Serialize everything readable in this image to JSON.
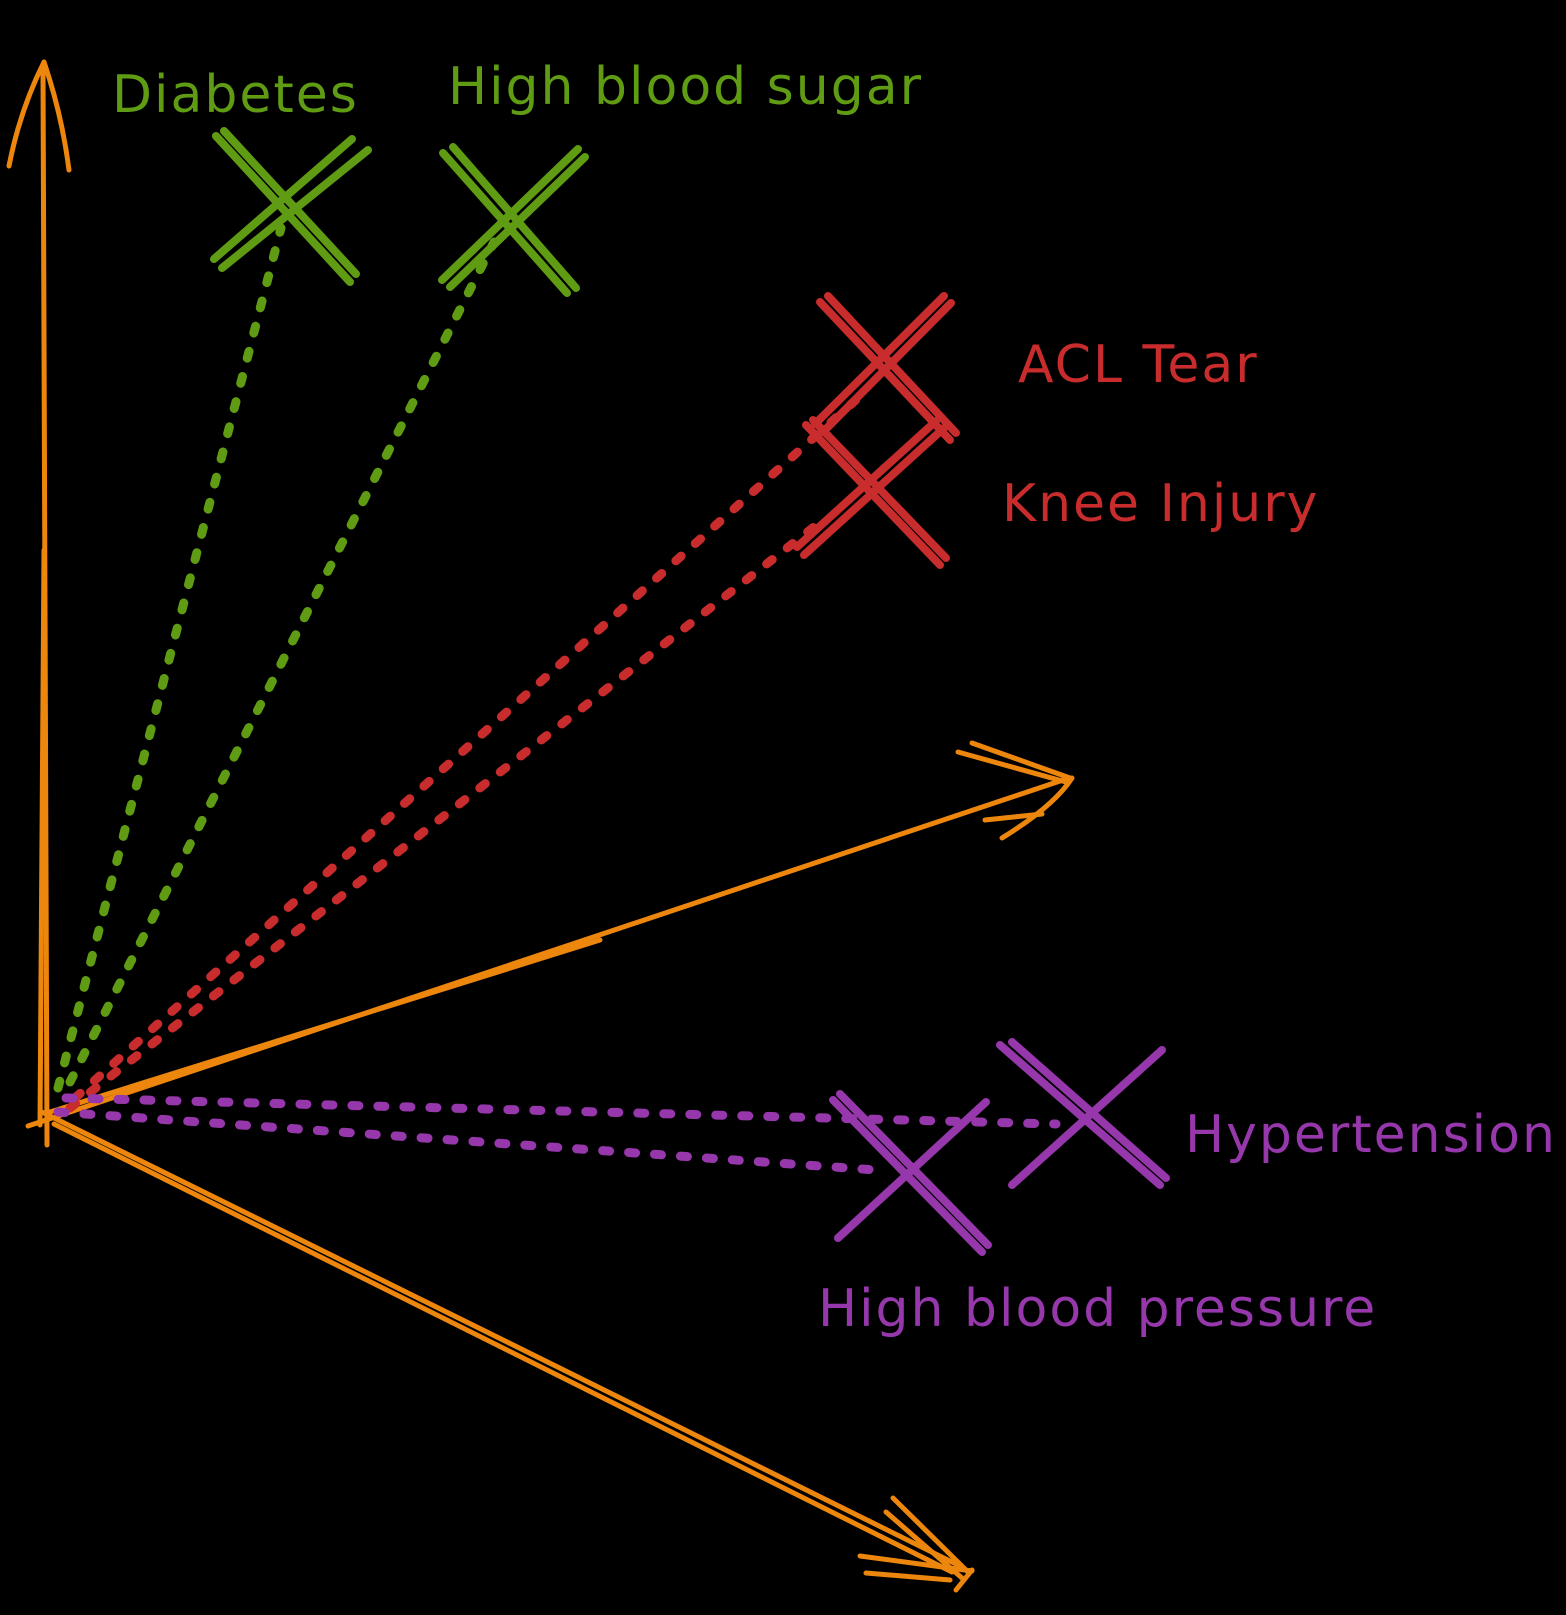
{
  "canvas": {
    "background": "#000000"
  },
  "axes": {
    "color": "#ed860d",
    "description": "three-axis embedding space",
    "names": [
      "vertical-axis",
      "upper-right-axis",
      "lower-right-axis"
    ]
  },
  "clusters": [
    {
      "name": "blood-sugar-cluster",
      "color": "#5f9c14",
      "points": [
        {
          "label": "Diabetes"
        },
        {
          "label": "High blood sugar"
        }
      ]
    },
    {
      "name": "knee-cluster",
      "color": "#c92c2c",
      "points": [
        {
          "label": "ACL Tear"
        },
        {
          "label": "Knee Injury"
        }
      ]
    },
    {
      "name": "blood-pressure-cluster",
      "color": "#9637ab",
      "points": [
        {
          "label": "Hypertension"
        },
        {
          "label": "High blood pressure"
        }
      ]
    }
  ],
  "marker": {
    "glyph": "X",
    "style": "hand-drawn cross"
  }
}
